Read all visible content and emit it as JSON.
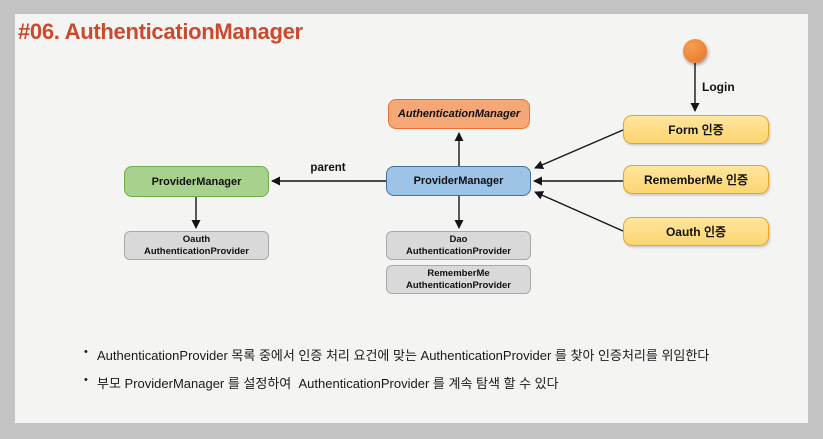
{
  "slide": {
    "title": "#06. AuthenticationManager"
  },
  "diagram": {
    "nodes": {
      "authentication_manager": {
        "label": "AuthenticationManager"
      },
      "provider_manager_main": {
        "label": "ProviderManager"
      },
      "provider_manager_parent": {
        "label": "ProviderManager"
      },
      "oauth_provider": {
        "line1": "Oauth",
        "line2": "AuthenticationProvider"
      },
      "dao_provider": {
        "line1": "Dao",
        "line2": "AuthenticationProvider"
      },
      "rememberme_provider": {
        "line1": "RememberMe",
        "line2": "AuthenticationProvider"
      },
      "form_auth": {
        "label": "Form 인증"
      },
      "rememberme_auth": {
        "label": "RememberMe 인증"
      },
      "oauth_auth": {
        "label": "Oauth 인증"
      }
    },
    "edge_labels": {
      "login": "Login",
      "parent": "parent"
    }
  },
  "bullets": {
    "marker": "•",
    "items": [
      "AuthenticationProvider 목록 중에서 인증 처리 요건에 맞는 AuthenticationProvider 를 찾아 인증처리를 위임한다",
      "부모 ProviderManager 를 설정하여  AuthenticationProvider 를 계속 탐색 할 수 있다"
    ]
  },
  "colors": {
    "page_bg": "#c3c3c3",
    "slide_bg": "#f4f4f3",
    "title_accent": "#cb4a2d",
    "manager_fill": "#f5a876",
    "manager_border": "#e97132",
    "provider_fill": "#9dc3e6",
    "provider_border": "#41719c",
    "parent_fill": "#a9d18e",
    "parent_border": "#6fad47",
    "gray_fill": "#d9d9d9",
    "gray_border": "#a8a8a8",
    "yellow_fill_top": "#ffe59e",
    "yellow_fill_bottom": "#fcd570",
    "yellow_border": "#e5a52b",
    "circle_fill": "#e8741e",
    "arrow": "#151515"
  }
}
